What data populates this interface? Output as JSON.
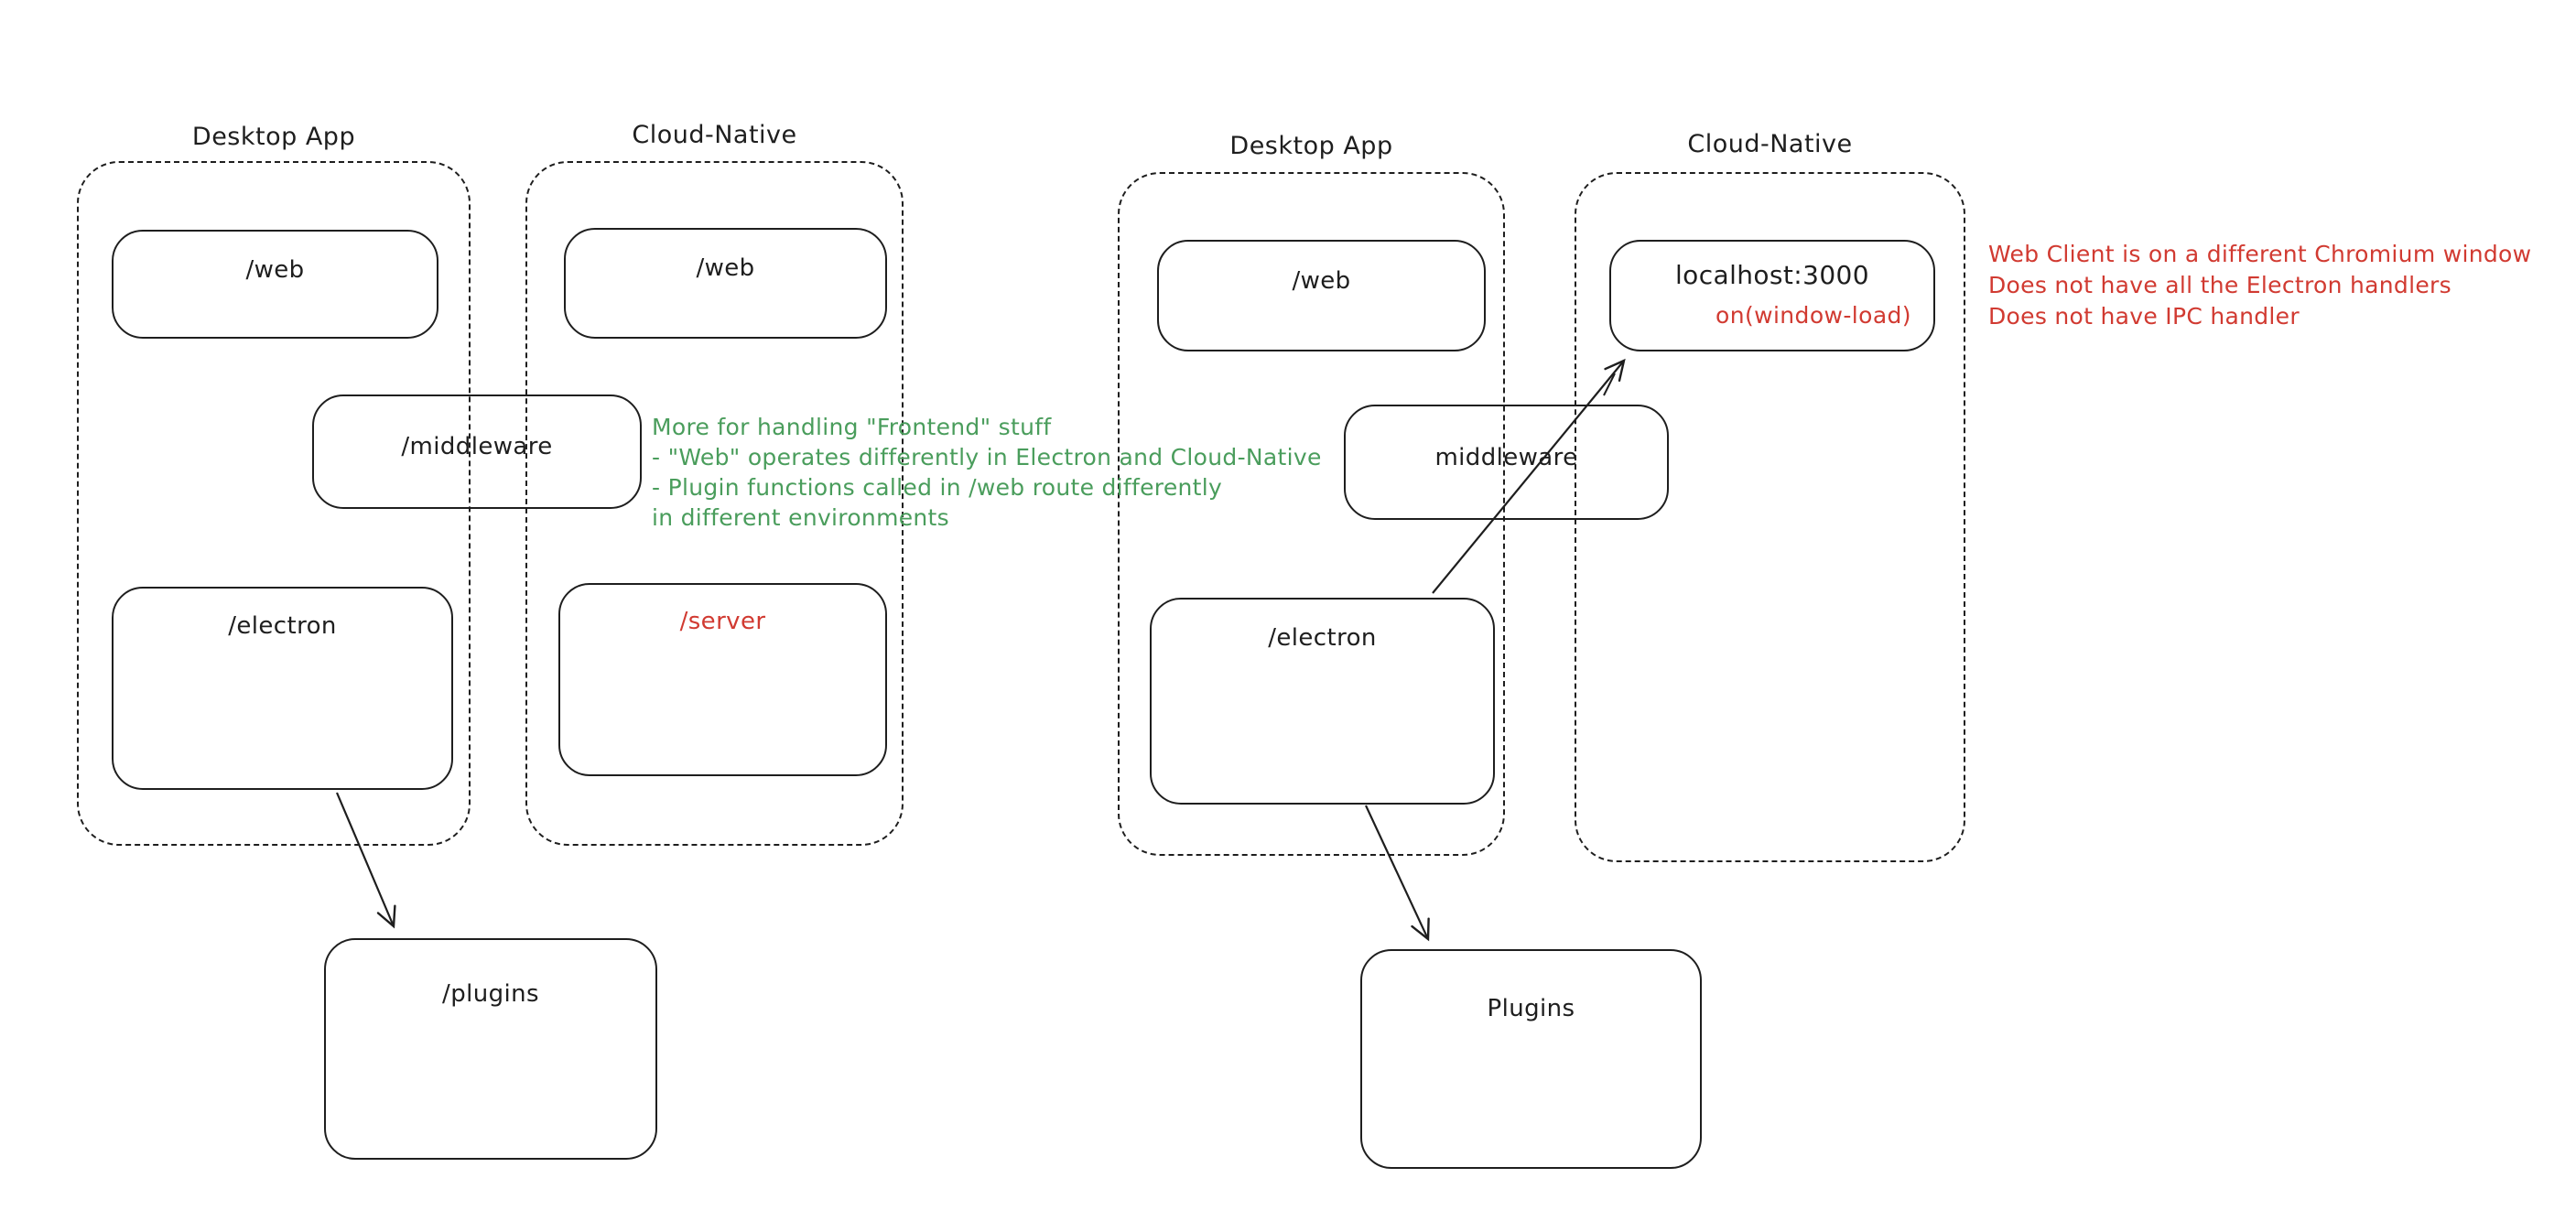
{
  "palette": {
    "ink": "#1e1e1e",
    "green": "#4a9d5c",
    "red": "#d13a31",
    "background": "#ffffff"
  },
  "left_diagram": {
    "desktop_app": {
      "title": "Desktop App",
      "web": "/web",
      "middleware": "/middleware",
      "electron": "/electron"
    },
    "cloud_native": {
      "title": "Cloud-Native",
      "web": "/web",
      "server": "/server"
    },
    "plugins": "/plugins"
  },
  "right_diagram": {
    "desktop_app": {
      "title": "Desktop App",
      "web": "/web",
      "middleware": "middleware",
      "electron": "/electron"
    },
    "cloud_native": {
      "title": "Cloud-Native",
      "localhost": "localhost:3000",
      "window_load": "on(window-load)"
    },
    "plugins": "Plugins"
  },
  "notes": {
    "green": {
      "color": "#4a9d5c",
      "line1": "More for handling \"Frontend\" stuff",
      "line2": "- \"Web\" operates differently in Electron and Cloud-Native",
      "line3": "- Plugin functions called in /web route differently",
      "line4": "in different environments"
    },
    "red": {
      "color": "#d13a31",
      "line1": "Web Client is on a different Chromium window",
      "line2": "Does not have all the Electron handlers",
      "line3": "Does not have IPC handler"
    }
  }
}
